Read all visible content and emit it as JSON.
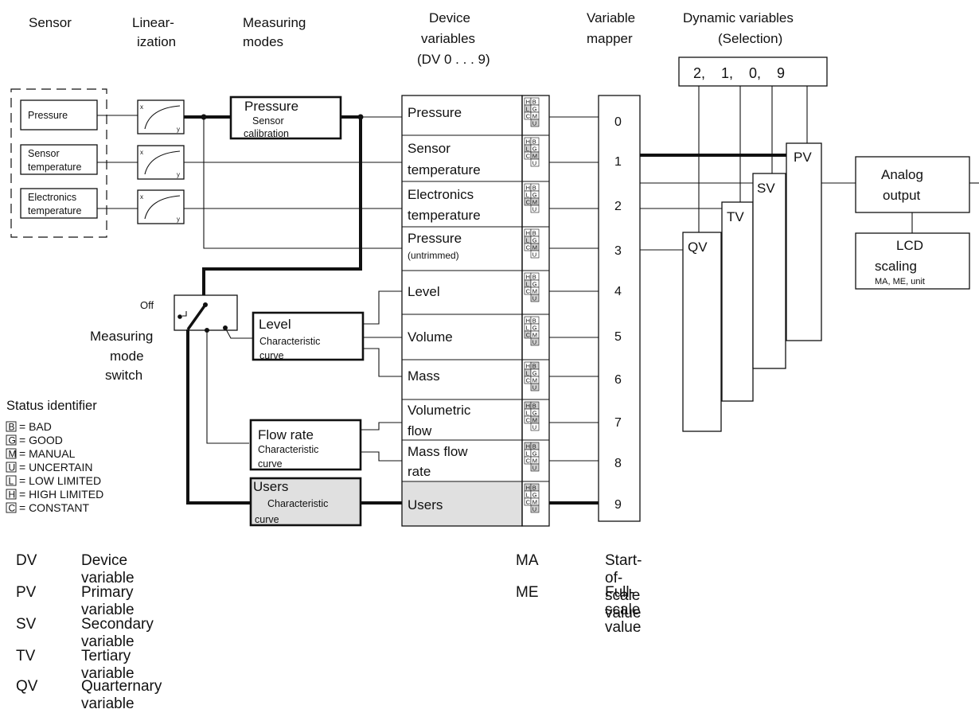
{
  "headers": {
    "sensor": "Sensor",
    "linearization_1": "Linear-",
    "linearization_2": "ization",
    "measuring_modes_1": "Measuring",
    "measuring_modes_2": "modes",
    "device_variables_1": "Device",
    "device_variables_2": "variables",
    "device_variables_3": "(DV 0 . . . 9)",
    "variable_mapper_1": "Variable",
    "variable_mapper_2": "mapper",
    "dynamic_variables_1": "Dynamic variables",
    "dynamic_variables_2": "(Selection)"
  },
  "selection_value": "2,    1,    0,    9",
  "sensors": [
    {
      "line1": "Pressure",
      "line2": ""
    },
    {
      "line1": "Sensor",
      "line2": "temperature"
    },
    {
      "line1": "Electronics",
      "line2": "temperature"
    }
  ],
  "lin_axis": {
    "x": "x",
    "y": "y"
  },
  "pressure_mode": {
    "title": "Pressure",
    "sub1": "Sensor",
    "sub2": "calibration"
  },
  "switch": {
    "off": "Off",
    "label1": "Measuring",
    "label2": "mode",
    "label3": "switch"
  },
  "curves": [
    {
      "title": "Level",
      "sub1": "Characteristic",
      "sub2": "curve"
    },
    {
      "title": "Flow rate",
      "sub1": "Characteristic",
      "sub2": "curve"
    },
    {
      "title": "Users",
      "sub1": "Characteristic",
      "sub2": "curve"
    }
  ],
  "device_variables": [
    {
      "line1": "Pressure",
      "line2": "",
      "index": "0"
    },
    {
      "line1": "Sensor",
      "line2": "temperature",
      "index": "1"
    },
    {
      "line1": "Electronics",
      "line2": "temperature",
      "index": "2"
    },
    {
      "line1": "Pressure",
      "line2": "(untrimmed)",
      "index": "3"
    },
    {
      "line1": "Level",
      "line2": "",
      "index": "4"
    },
    {
      "line1": "Volume",
      "line2": "",
      "index": "5"
    },
    {
      "line1": "Mass",
      "line2": "",
      "index": "6"
    },
    {
      "line1": "Volumetric",
      "line2": "flow",
      "index": "7"
    },
    {
      "line1": "Mass flow",
      "line2": "rate",
      "index": "8"
    },
    {
      "line1": "Users",
      "line2": "",
      "index": "9"
    }
  ],
  "status_letters": {
    "left": [
      "H",
      "L",
      "C"
    ],
    "right": [
      "B",
      "G",
      "M",
      "U"
    ]
  },
  "dynamic_vars": {
    "pv": "PV",
    "sv": "SV",
    "tv": "TV",
    "qv": "QV"
  },
  "analog_output": {
    "line1": "Analog",
    "line2": "output"
  },
  "lcd": {
    "line1": "LCD",
    "line2": "scaling",
    "line3": "MA, ME, unit"
  },
  "status_identifier": {
    "title": "Status identifier",
    "items": [
      {
        "code": "B",
        "label": "= BAD"
      },
      {
        "code": "G",
        "label": "= GOOD"
      },
      {
        "code": "M",
        "label": "= MANUAL"
      },
      {
        "code": "U",
        "label": "= UNCERTAIN"
      },
      {
        "code": "L",
        "label": "= LOW LIMITED"
      },
      {
        "code": "H",
        "label": "= HIGH LIMITED"
      },
      {
        "code": "C",
        "label": "= CONSTANT"
      }
    ]
  },
  "abbreviations": [
    {
      "abbr": "DV",
      "text": "Device variable"
    },
    {
      "abbr": "PV",
      "text": "Primary variable"
    },
    {
      "abbr": "SV",
      "text": "Secondary variable"
    },
    {
      "abbr": "TV",
      "text": "Tertiary variable"
    },
    {
      "abbr": "QV",
      "text": "Quarternary variable"
    }
  ],
  "abbreviations_right": [
    {
      "abbr": "MA",
      "text": "Start-of-scale value"
    },
    {
      "abbr": "ME",
      "text": "Full-scale value"
    }
  ],
  "colors": {
    "line": "#111111",
    "highlight_fill": "#e0e0e0",
    "background": "#ffffff"
  }
}
